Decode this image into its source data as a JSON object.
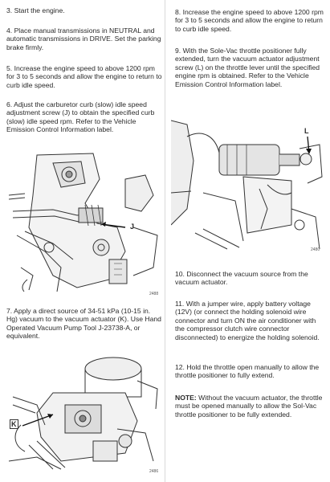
{
  "left_column": {
    "steps": [
      {
        "num": "3.",
        "text": "Start the engine."
      },
      {
        "num": "4.",
        "text": "Place manual transmissions in NEUTRAL and automatic transmissions in DRIVE. Set the parking brake firmly."
      },
      {
        "num": "5.",
        "text": "Increase the engine speed to above 1200 rpm for 3 to 5 seconds and allow the engine to return to curb idle speed."
      },
      {
        "num": "6.",
        "text": "Adjust the carburetor curb (slow) idle speed adjustment screw (J) to obtain the specified curb (slow) idle speed rpm. Refer to the Vehicle Emission Control Information label."
      },
      {
        "num": "7.",
        "text": "Apply a direct source of 34-51 kPa (10-15 in. Hg) vacuum to the vacuum actuator (K). Use Hand Operated Vacuum Pump Tool J-23738-A, or equivalent."
      }
    ],
    "figure_1": {
      "callout": "J",
      "number": "2488"
    },
    "figure_2": {
      "callout": "K",
      "number": "2486"
    }
  },
  "right_column": {
    "steps": [
      {
        "num": "8.",
        "text": "Increase the engine speed to above 1200 rpm for 3 to 5 seconds and allow the engine to return to curb idle speed."
      },
      {
        "num": "9.",
        "text": "With the Sole-Vac throttle positioner fully extended, turn the vacuum actuator adjustment screw (L) on the throttle lever until the specified engine rpm is obtained. Refer to the Vehicle Emission Control Information label."
      },
      {
        "num": "10.",
        "text": "Disconnect the vacuum source from the vacuum actuator."
      },
      {
        "num": "11.",
        "text": "With a jumper wire, apply battery voltage (12V) (or connect the holding solenoid wire connector and turn ON the air conditioner with the compressor clutch wire connector disconnected) to energize the holding solenoid."
      },
      {
        "num": "12.",
        "text": "Hold the throttle open manually to allow the throttle positioner to fully extend."
      }
    ],
    "figure_3": {
      "callout": "L",
      "number": "2480"
    },
    "note": {
      "label": "NOTE:",
      "text": "Without the vacuum actuator, the throttle must be opened manually to allow the Sol-Vac throttle positioner to be fully extended."
    }
  }
}
